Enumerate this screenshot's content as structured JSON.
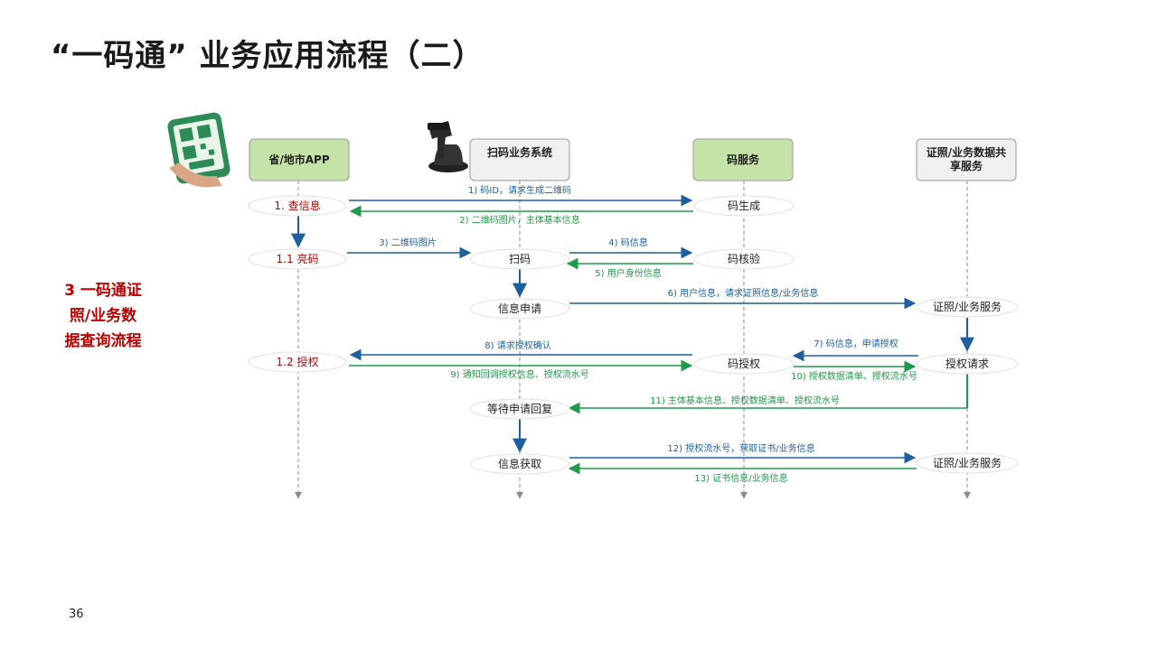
{
  "slide": {
    "title": "“一码通” 业务应用流程（二）",
    "side_label_lines": [
      "3 一码通证",
      "照/业务数",
      "据查询流程"
    ],
    "page_number": "36"
  },
  "actors": [
    {
      "id": "app",
      "label_lines": [
        "省/地市APP"
      ],
      "style": "green"
    },
    {
      "id": "scan",
      "label_lines": [
        "扫码业务系统"
      ],
      "style": "gray"
    },
    {
      "id": "code",
      "label_lines": [
        "码服务"
      ],
      "style": "green"
    },
    {
      "id": "cert",
      "label_lines": [
        "证照/业务数据共",
        "享服务"
      ],
      "style": "gray"
    }
  ],
  "nodes": [
    {
      "id": "n1",
      "lane": "app",
      "label": "1. 查信息",
      "red": true
    },
    {
      "id": "n2",
      "lane": "code",
      "label": "码生成"
    },
    {
      "id": "n3",
      "lane": "app",
      "label": "1.1 亮码",
      "red": true
    },
    {
      "id": "n4",
      "lane": "scan",
      "label": "扫码"
    },
    {
      "id": "n5",
      "lane": "code",
      "label": "码核验"
    },
    {
      "id": "n6",
      "lane": "scan",
      "label": "信息申请"
    },
    {
      "id": "n7",
      "lane": "cert",
      "label": "证照/业务服务"
    },
    {
      "id": "n8",
      "lane": "app",
      "label": "1.2 授权",
      "red": true
    },
    {
      "id": "n9",
      "lane": "code",
      "label": "码授权"
    },
    {
      "id": "n10",
      "lane": "cert",
      "label": "授权请求"
    },
    {
      "id": "n11",
      "lane": "scan",
      "label": "等待申请回复"
    },
    {
      "id": "n12",
      "lane": "scan",
      "label": "信息获取"
    },
    {
      "id": "n13",
      "lane": "cert",
      "label": "证照/业务服务"
    }
  ],
  "messages": [
    {
      "label": "1) 码ID，请求生成二维码",
      "color": "blue"
    },
    {
      "label": "2) 二维码图片，主体基本信息",
      "color": "green"
    },
    {
      "label": "3) 二维码图片",
      "color": "blue"
    },
    {
      "label": "4) 码信息",
      "color": "blue"
    },
    {
      "label": "5) 用户身份信息",
      "color": "green"
    },
    {
      "label": "6) 用户信息，请求证照信息/业务信息",
      "color": "blue"
    },
    {
      "label": "7) 码信息，申请授权",
      "color": "blue"
    },
    {
      "label": "8) 请求授权确认",
      "color": "blue"
    },
    {
      "label": "9) 通知回调授权信息、授权流水号",
      "color": "green"
    },
    {
      "label": "10) 授权数据清单、授权流水号",
      "color": "green"
    },
    {
      "label": "11) 主体基本信息、授权数据清单、授权流水号",
      "color": "green"
    },
    {
      "label": "12) 授权流水号，获取证书/业务信息",
      "color": "blue"
    },
    {
      "label": "13) 证书信息/业务信息",
      "color": "green"
    }
  ],
  "colors": {
    "blue": "#1f5f9e",
    "green": "#1f9a4a",
    "red": "#c00000",
    "actor_green": "#c5e3a8",
    "actor_gray": "#f0f0f0"
  },
  "icons": [
    "phone-qr-icon",
    "barcode-scanner-icon"
  ]
}
